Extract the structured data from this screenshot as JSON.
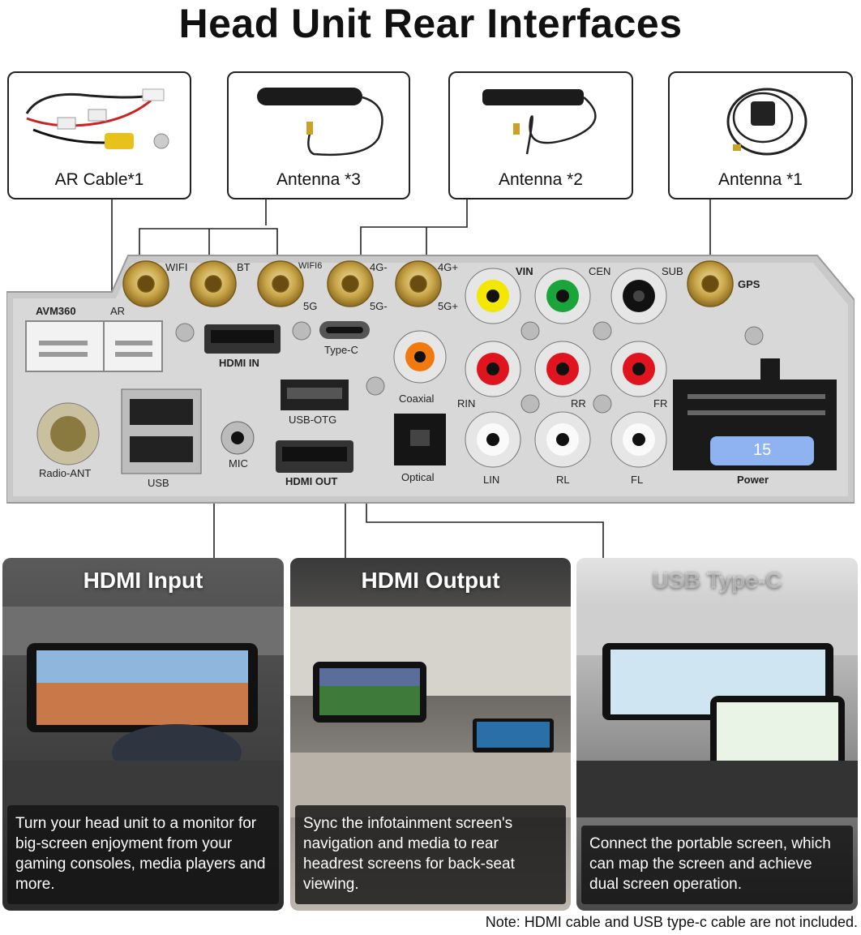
{
  "title": "Head Unit Rear Interfaces",
  "accessories": [
    {
      "label": "AR Cable*1"
    },
    {
      "label": "Antenna *3"
    },
    {
      "label": "Antenna *2"
    },
    {
      "label": "Antenna *1"
    }
  ],
  "ports": {
    "wifi": "WIFI",
    "bt": "BT",
    "wifi6": "WIFI6",
    "5g_a": "5G",
    "4g_minus": "4G-",
    "5g_minus": "5G-",
    "4g_plus": "4G+",
    "5g_plus": "5G+",
    "vin": "VIN",
    "cen": "CEN",
    "sub": "SUB",
    "gps": "GPS",
    "avm360": "AVM360",
    "ar": "AR",
    "hdmi_in": "HDMI  IN",
    "type_c": "Type-C",
    "coaxial": "Coaxial",
    "rin": "RIN",
    "rr": "RR",
    "fr": "FR",
    "usb_otg": "USB-OTG",
    "radio_ant": "Radio-ANT",
    "usb": "USB",
    "mic": "MIC",
    "hdmi_out": "HDMI  OUT",
    "optical": "Optical",
    "lin": "LIN",
    "rl": "RL",
    "fl": "FL",
    "power": "Power",
    "fuse": "15"
  },
  "features": [
    {
      "title": "HDMI Input",
      "desc": "Turn your head unit to a monitor for big-screen enjoyment from your gaming consoles, media players and more."
    },
    {
      "title": "HDMI Output",
      "desc": "Sync the infotainment screen's navigation and media to rear headrest screens for back-seat viewing."
    },
    {
      "title": "USB Type-C",
      "desc": "Connect the portable screen, which can map the screen and achieve dual screen operation."
    }
  ],
  "note": "Note: HDMI cable and USB type-c cable are not included."
}
